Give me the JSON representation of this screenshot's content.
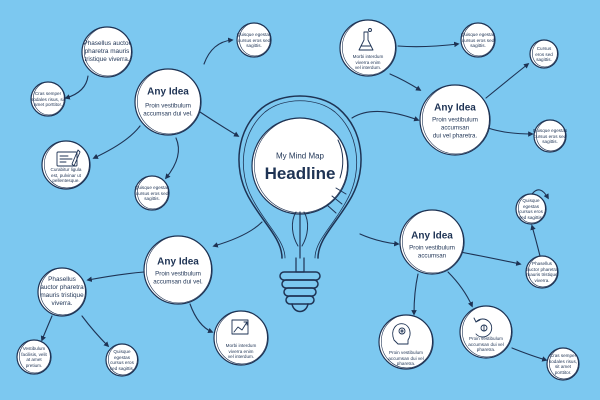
{
  "colors": {
    "background": "#7cc8f0",
    "ink": "#1e3354",
    "bubble": "#ffffff"
  },
  "center": {
    "subtitle": "My Mind Map",
    "title": "Headline"
  },
  "ideas": [
    {
      "title": "Any Idea",
      "body": "Proin vestibulum\naccumsan dui vel."
    },
    {
      "title": "Any Idea",
      "body": "Proin vestibulum\naccumsan\ndui vel pharetra."
    },
    {
      "title": "Any Idea",
      "body": "Proin vestibulum\naccumsan dui vel."
    },
    {
      "title": "Any Idea",
      "body": "Proin vestibulum\naccumsan"
    }
  ],
  "notes": [
    "Phasellus auctor\npharetra mauris\ntristique viverra.",
    "Quisque egestas\ncursus eros sed\nsagittis.",
    "Cras semper\nsodales risus, sit\namet porttitor.",
    "Curabitur ligula\nest, pulvinar ut\npellentesque.",
    "Quisque egestas\ncursus eros sed\nsagittis.",
    "Morbi interdum\nviverra enim\nvel interdum.",
    "Quisque egestas\ncursus eros sed\nsagittis.",
    "Cursus\neros sed\nsagittis.",
    "Quisque egestas\ncursus eros sed\nsagittis.",
    "Quisque\negestas\ncursus eros\nsed sagittis.",
    "Phasellus\nauctor pharetra\nmauris tristique\nviverra.",
    "Phasellus\nauctor pharetra\nmauris tristique\nviverra.",
    "Vestibulum\nfacilisis, velit\nat amet\npretium.",
    "Quisque\negestas\ncursus eros\nsed sagittis.",
    "Morbi interdum\nviverra enim\nvel interdum.",
    "Proin vestibulum\naccumsan dui vel\npharetra.",
    "Proin vestibulum\naccumsan dui vel\npharetra.",
    "Cras semper\nsodales risus,\nsit amet\nporttitor."
  ],
  "icons": [
    "chart-icon",
    "flask-icon",
    "ui-panel-icon",
    "growth-chart-icon",
    "gear-head-icon",
    "refresh-cycle-icon"
  ]
}
